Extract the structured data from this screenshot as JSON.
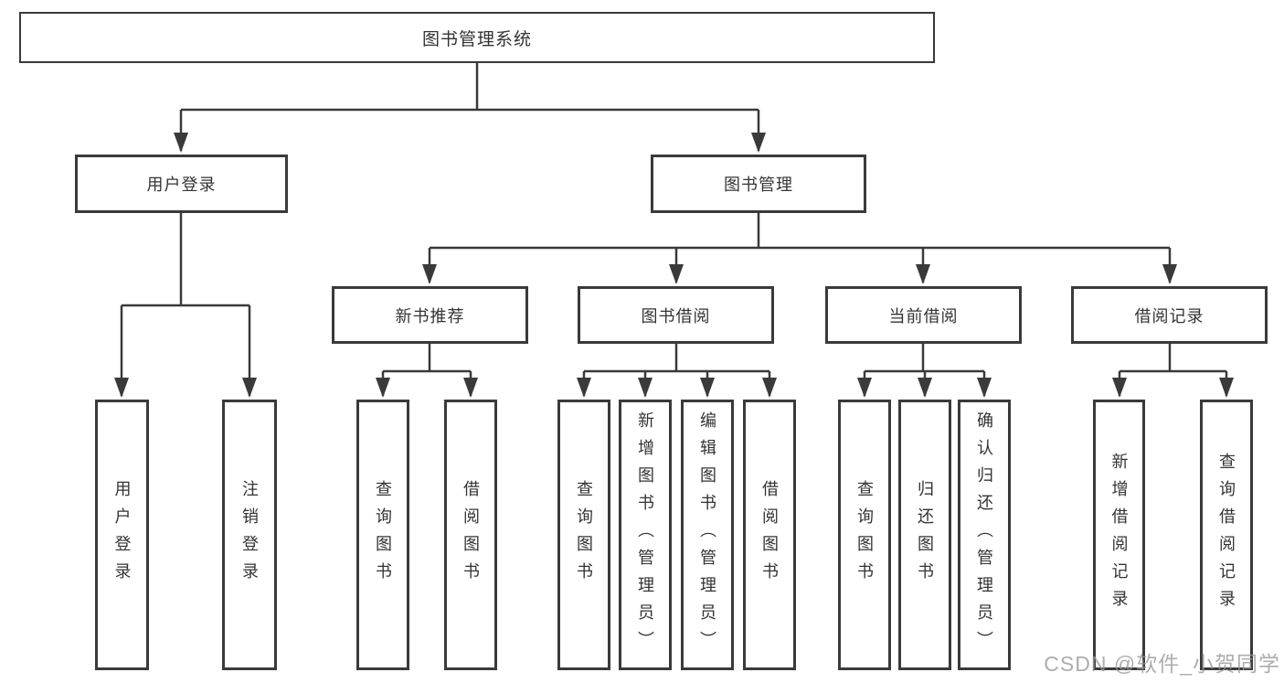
{
  "colors": {
    "line": "#3a3a3a",
    "box_border": "#3a3a3a",
    "text": "#333333",
    "background": "#ffffff",
    "watermark": "#969696"
  },
  "tree": {
    "root": {
      "label": "图书管理系统"
    },
    "branches": [
      {
        "label": "用户登录",
        "children": [
          {
            "label": "用户登录"
          },
          {
            "label": "注销登录"
          }
        ]
      },
      {
        "label": "图书管理",
        "children": [
          {
            "label": "新书推荐",
            "children": [
              {
                "label": "查询图书"
              },
              {
                "label": "借阅图书"
              }
            ]
          },
          {
            "label": "图书借阅",
            "children": [
              {
                "label": "查询图书"
              },
              {
                "label": "新增图书（管理员）"
              },
              {
                "label": "编辑图书（管理员）"
              },
              {
                "label": "借阅图书"
              }
            ]
          },
          {
            "label": "当前借阅",
            "children": [
              {
                "label": "查询图书"
              },
              {
                "label": "归还图书"
              },
              {
                "label": "确认归还（管理员）"
              }
            ]
          },
          {
            "label": "借阅记录",
            "children": [
              {
                "label": "新增借阅记录"
              },
              {
                "label": "查询借阅记录"
              }
            ]
          }
        ]
      }
    ]
  },
  "watermark": {
    "text": "CSDN @软件_小贺同学"
  }
}
